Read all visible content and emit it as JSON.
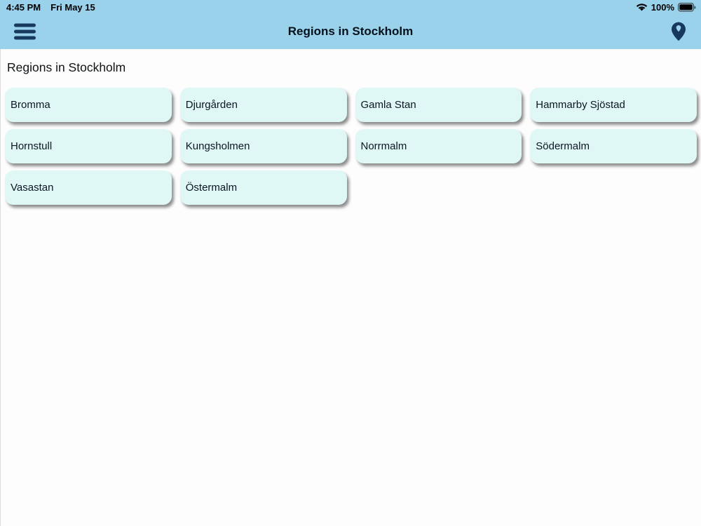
{
  "status_bar": {
    "time": "4:45 PM",
    "date": "Fri May 15",
    "battery_percent": "100%"
  },
  "header": {
    "title": "Regions in Stockholm"
  },
  "content": {
    "heading": "Regions in Stockholm"
  },
  "regions": [
    "Bromma",
    "Djurgården",
    "Gamla Stan",
    "Hammarby Sjöstad",
    "Hornstull",
    "Kungsholmen",
    "Norrmalm",
    "Södermalm",
    "Vasastan",
    "Östermalm"
  ],
  "colors": {
    "bar_background": "#9BD2EB",
    "icon_navy": "#17395E",
    "button_background": "#E0F8F5",
    "text_dark": "#0B1724"
  }
}
